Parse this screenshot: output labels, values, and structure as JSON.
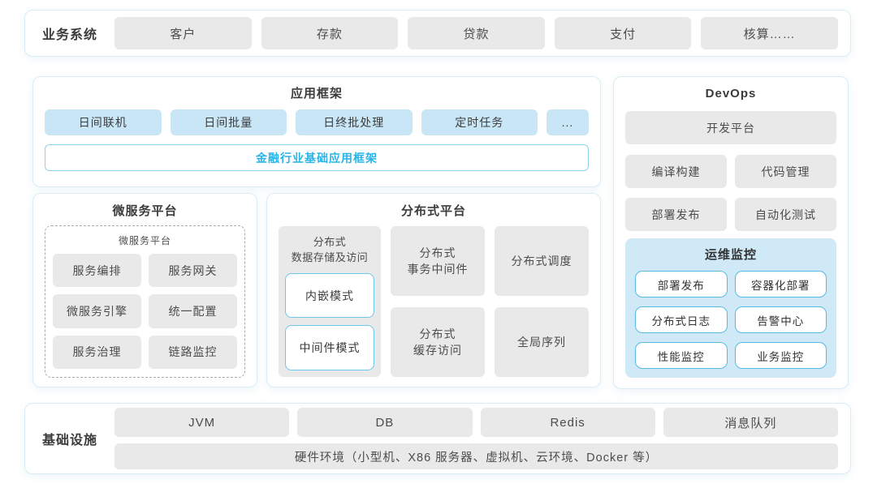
{
  "colors": {
    "panel_border": "#d8edf5",
    "gray_box": "#e9e9ea",
    "light_blue_box": "#c9e6f7",
    "ops_monitor_bg": "#cfe9f7",
    "blue_border": "#57bae4",
    "accent_text": "#2ab3e8"
  },
  "biz": {
    "label": "业务系统",
    "items": [
      "客户",
      "存款",
      "贷款",
      "支付",
      "核算……"
    ]
  },
  "appfw": {
    "title": "应用框架",
    "items": [
      "日间联机",
      "日间批量",
      "日终批处理",
      "定时任务",
      "..."
    ],
    "base": "金融行业基础应用框架"
  },
  "micro": {
    "title": "微服务平台",
    "inner_title": "微服务平台",
    "items": [
      "服务编排",
      "服务网关",
      "微服务引擎",
      "统一配置",
      "服务治理",
      "链路监控"
    ]
  },
  "dist": {
    "title": "分布式平台",
    "storage": {
      "heading": "分布式\n数据存储及访问",
      "modes": [
        "内嵌模式",
        "中间件模式"
      ]
    },
    "middle": [
      "分布式\n事务中间件",
      "分布式\n缓存访问"
    ],
    "right": [
      "分布式调度",
      "全局序列"
    ]
  },
  "devops": {
    "title": "DevOps",
    "platform": "开发平台",
    "items": [
      "编译构建",
      "代码管理",
      "部署发布",
      "自动化测试"
    ],
    "ops": {
      "title": "运维监控",
      "items": [
        "部署发布",
        "容器化部署",
        "分布式日志",
        "告警中心",
        "性能监控",
        "业务监控"
      ]
    }
  },
  "infra": {
    "label": "基础设施",
    "items": [
      "JVM",
      "DB",
      "Redis",
      "消息队列"
    ],
    "hardware": "硬件环境（小型机、X86 服务器、虚拟机、云环境、Docker 等）"
  }
}
